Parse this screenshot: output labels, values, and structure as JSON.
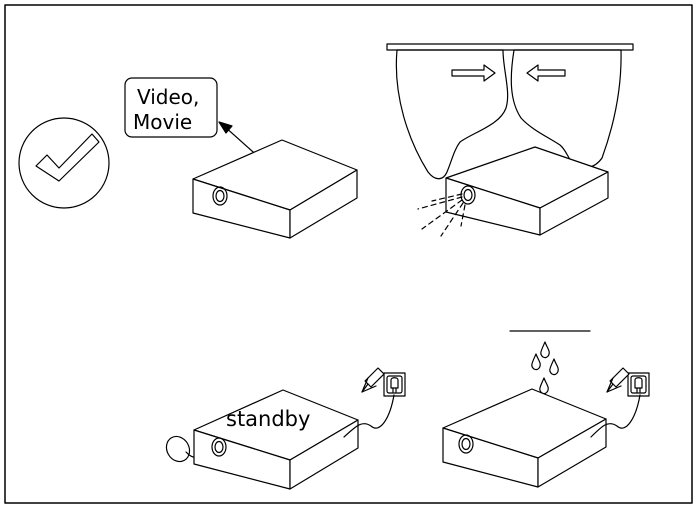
{
  "panels": {
    "usage": {
      "label_line1": "Video,",
      "label_line2": "Movie",
      "icon": "checkmark-icon"
    },
    "curtain": {
      "icon": "arrows-inward-icon"
    },
    "standby": {
      "label": "standby",
      "icon": "power-plug-icon"
    },
    "water": {
      "icon": "water-drops-icon"
    }
  },
  "colors": {
    "line": "#000000",
    "background": "#ffffff"
  }
}
